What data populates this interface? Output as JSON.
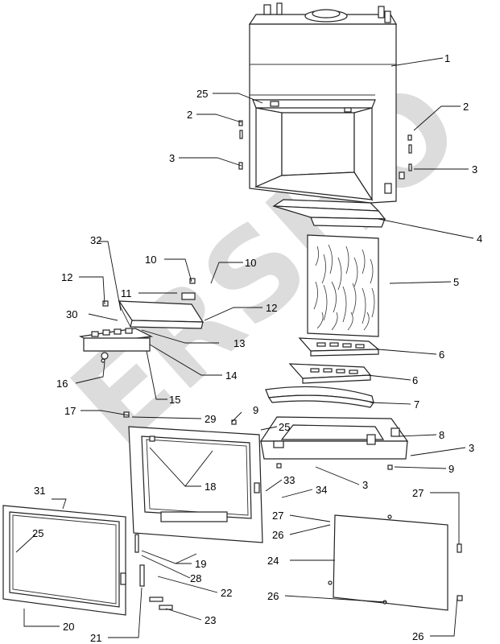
{
  "watermark": "ERSHO",
  "callouts": [
    {
      "id": "c1",
      "label": "1"
    },
    {
      "id": "c2a",
      "label": "2"
    },
    {
      "id": "c2b",
      "label": "2"
    },
    {
      "id": "c3a",
      "label": "3"
    },
    {
      "id": "c3b",
      "label": "3"
    },
    {
      "id": "c3c",
      "label": "3"
    },
    {
      "id": "c3d",
      "label": "3"
    },
    {
      "id": "c4",
      "label": "4"
    },
    {
      "id": "c5",
      "label": "5"
    },
    {
      "id": "c6a",
      "label": "6"
    },
    {
      "id": "c6b",
      "label": "6"
    },
    {
      "id": "c7",
      "label": "7"
    },
    {
      "id": "c8",
      "label": "8"
    },
    {
      "id": "c9a",
      "label": "9"
    },
    {
      "id": "c9b",
      "label": "9"
    },
    {
      "id": "c10a",
      "label": "10"
    },
    {
      "id": "c10b",
      "label": "10"
    },
    {
      "id": "c11",
      "label": "11"
    },
    {
      "id": "c12a",
      "label": "12"
    },
    {
      "id": "c12b",
      "label": "12"
    },
    {
      "id": "c13",
      "label": "13"
    },
    {
      "id": "c14",
      "label": "14"
    },
    {
      "id": "c15",
      "label": "15"
    },
    {
      "id": "c16",
      "label": "16"
    },
    {
      "id": "c17",
      "label": "17"
    },
    {
      "id": "c18",
      "label": "18"
    },
    {
      "id": "c19",
      "label": "19"
    },
    {
      "id": "c20",
      "label": "20"
    },
    {
      "id": "c21",
      "label": "21"
    },
    {
      "id": "c22",
      "label": "22"
    },
    {
      "id": "c23",
      "label": "23"
    },
    {
      "id": "c24",
      "label": "24"
    },
    {
      "id": "c25a",
      "label": "25"
    },
    {
      "id": "c25b",
      "label": "25"
    },
    {
      "id": "c25c",
      "label": "25"
    },
    {
      "id": "c26a",
      "label": "26"
    },
    {
      "id": "c26b",
      "label": "26"
    },
    {
      "id": "c26c",
      "label": "26"
    },
    {
      "id": "c27a",
      "label": "27"
    },
    {
      "id": "c27b",
      "label": "27"
    },
    {
      "id": "c28",
      "label": "28"
    },
    {
      "id": "c29",
      "label": "29"
    },
    {
      "id": "c30",
      "label": "30"
    },
    {
      "id": "c31",
      "label": "31"
    },
    {
      "id": "c32",
      "label": "32"
    },
    {
      "id": "c33",
      "label": "33"
    },
    {
      "id": "c34",
      "label": "34"
    }
  ]
}
